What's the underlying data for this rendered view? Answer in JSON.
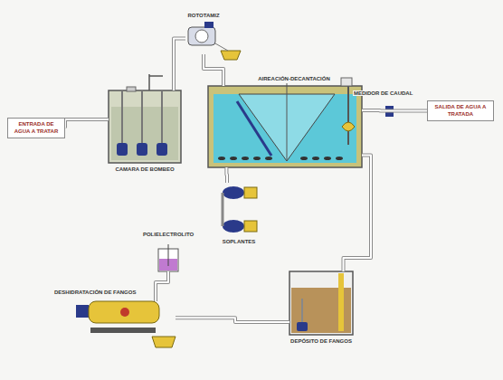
{
  "diagram": {
    "nodes": [
      {
        "text": [
          "ENTRADA DE AGUA A TRATAR"
        ]
      },
      {
        "text": [
          "CAMARA DE BOMBEO"
        ]
      },
      {
        "text": [
          "ROTOTAMIZ"
        ]
      },
      {
        "text": [
          "AIREACIÓN-DECANTACIÓN"
        ]
      },
      {
        "text": [
          "SALIDA DE AGUA A TRATADA"
        ]
      },
      {
        "text": [
          "SOPLANTES"
        ]
      },
      {
        "text": [
          "POLIELECTROLITO"
        ]
      },
      {
        "text": [
          "DESHIDRATACIÓN DE FANGOS"
        ]
      },
      {
        "text": [
          "DEPÓSITO DE FANGOS"
        ]
      }
    ],
    "edges": [
      {
        "from": 0,
        "to": 1,
        "arrow": "none"
      },
      {
        "from": 1,
        "to": 2,
        "arrow": "none"
      },
      {
        "from": 2,
        "to": 3,
        "arrow": "none"
      },
      {
        "from": 3,
        "to": 4,
        "arrow": "none"
      },
      {
        "from": 5,
        "to": 3,
        "arrow": "none"
      },
      {
        "from": 3,
        "to": 8,
        "arrow": "none"
      },
      {
        "from": 8,
        "to": 7,
        "arrow": "none"
      },
      {
        "from": 6,
        "to": 7,
        "arrow": "none"
      }
    ],
    "labels": [
      "MEDIDOR DE CAUDAL"
    ]
  }
}
